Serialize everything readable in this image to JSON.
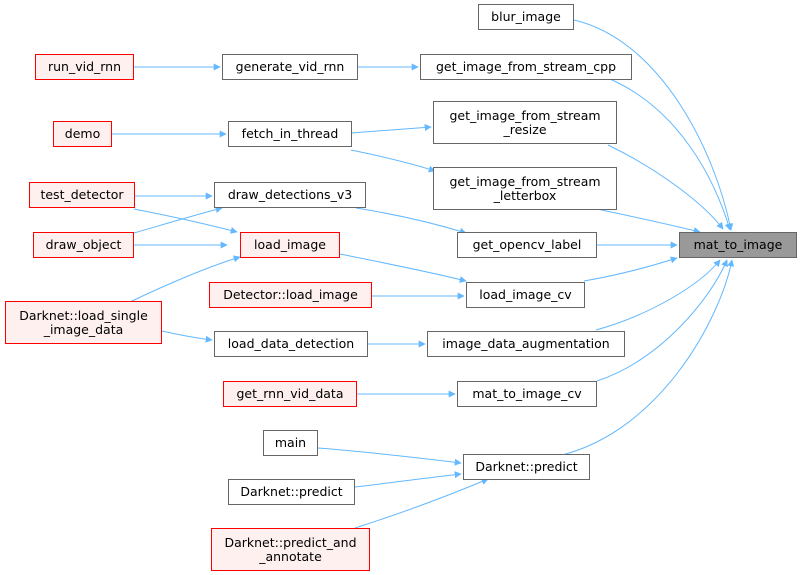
{
  "graph": {
    "colors": {
      "edge": "#63b8ff",
      "focus_fill": "#999999",
      "red_border": "#ff0000",
      "red_fill": "#fff0f0",
      "default_border": "#666666"
    },
    "nodes": {
      "mat_to_image": "mat_to_image",
      "blur_image": "blur_image",
      "get_image_from_stream_cpp": "get_image_from_stream_cpp",
      "generate_vid_rnn": "generate_vid_rnn",
      "run_vid_rnn": "run_vid_rnn",
      "get_image_from_stream_resize": "get_image_from_stream\n_resize",
      "fetch_in_thread": "fetch_in_thread",
      "demo": "demo",
      "get_image_from_stream_letterbox": "get_image_from_stream\n_letterbox",
      "draw_detections_v3": "draw_detections_v3",
      "test_detector": "test_detector",
      "get_opencv_label": "get_opencv_label",
      "load_image": "load_image",
      "draw_object": "draw_object",
      "load_image_cv": "load_image_cv",
      "detector_load_image": "Detector::load_image",
      "darknet_load_single_image_data": "Darknet::load_single\n_image_data",
      "image_data_augmentation": "image_data_augmentation",
      "load_data_detection": "load_data_detection",
      "mat_to_image_cv": "mat_to_image_cv",
      "get_rnn_vid_data": "get_rnn_vid_data",
      "darknet_predict": "Darknet::predict",
      "main": "main",
      "darknet_predict_2": "Darknet::predict",
      "darknet_predict_and_annotate": "Darknet::predict_and\n_annotate"
    }
  }
}
